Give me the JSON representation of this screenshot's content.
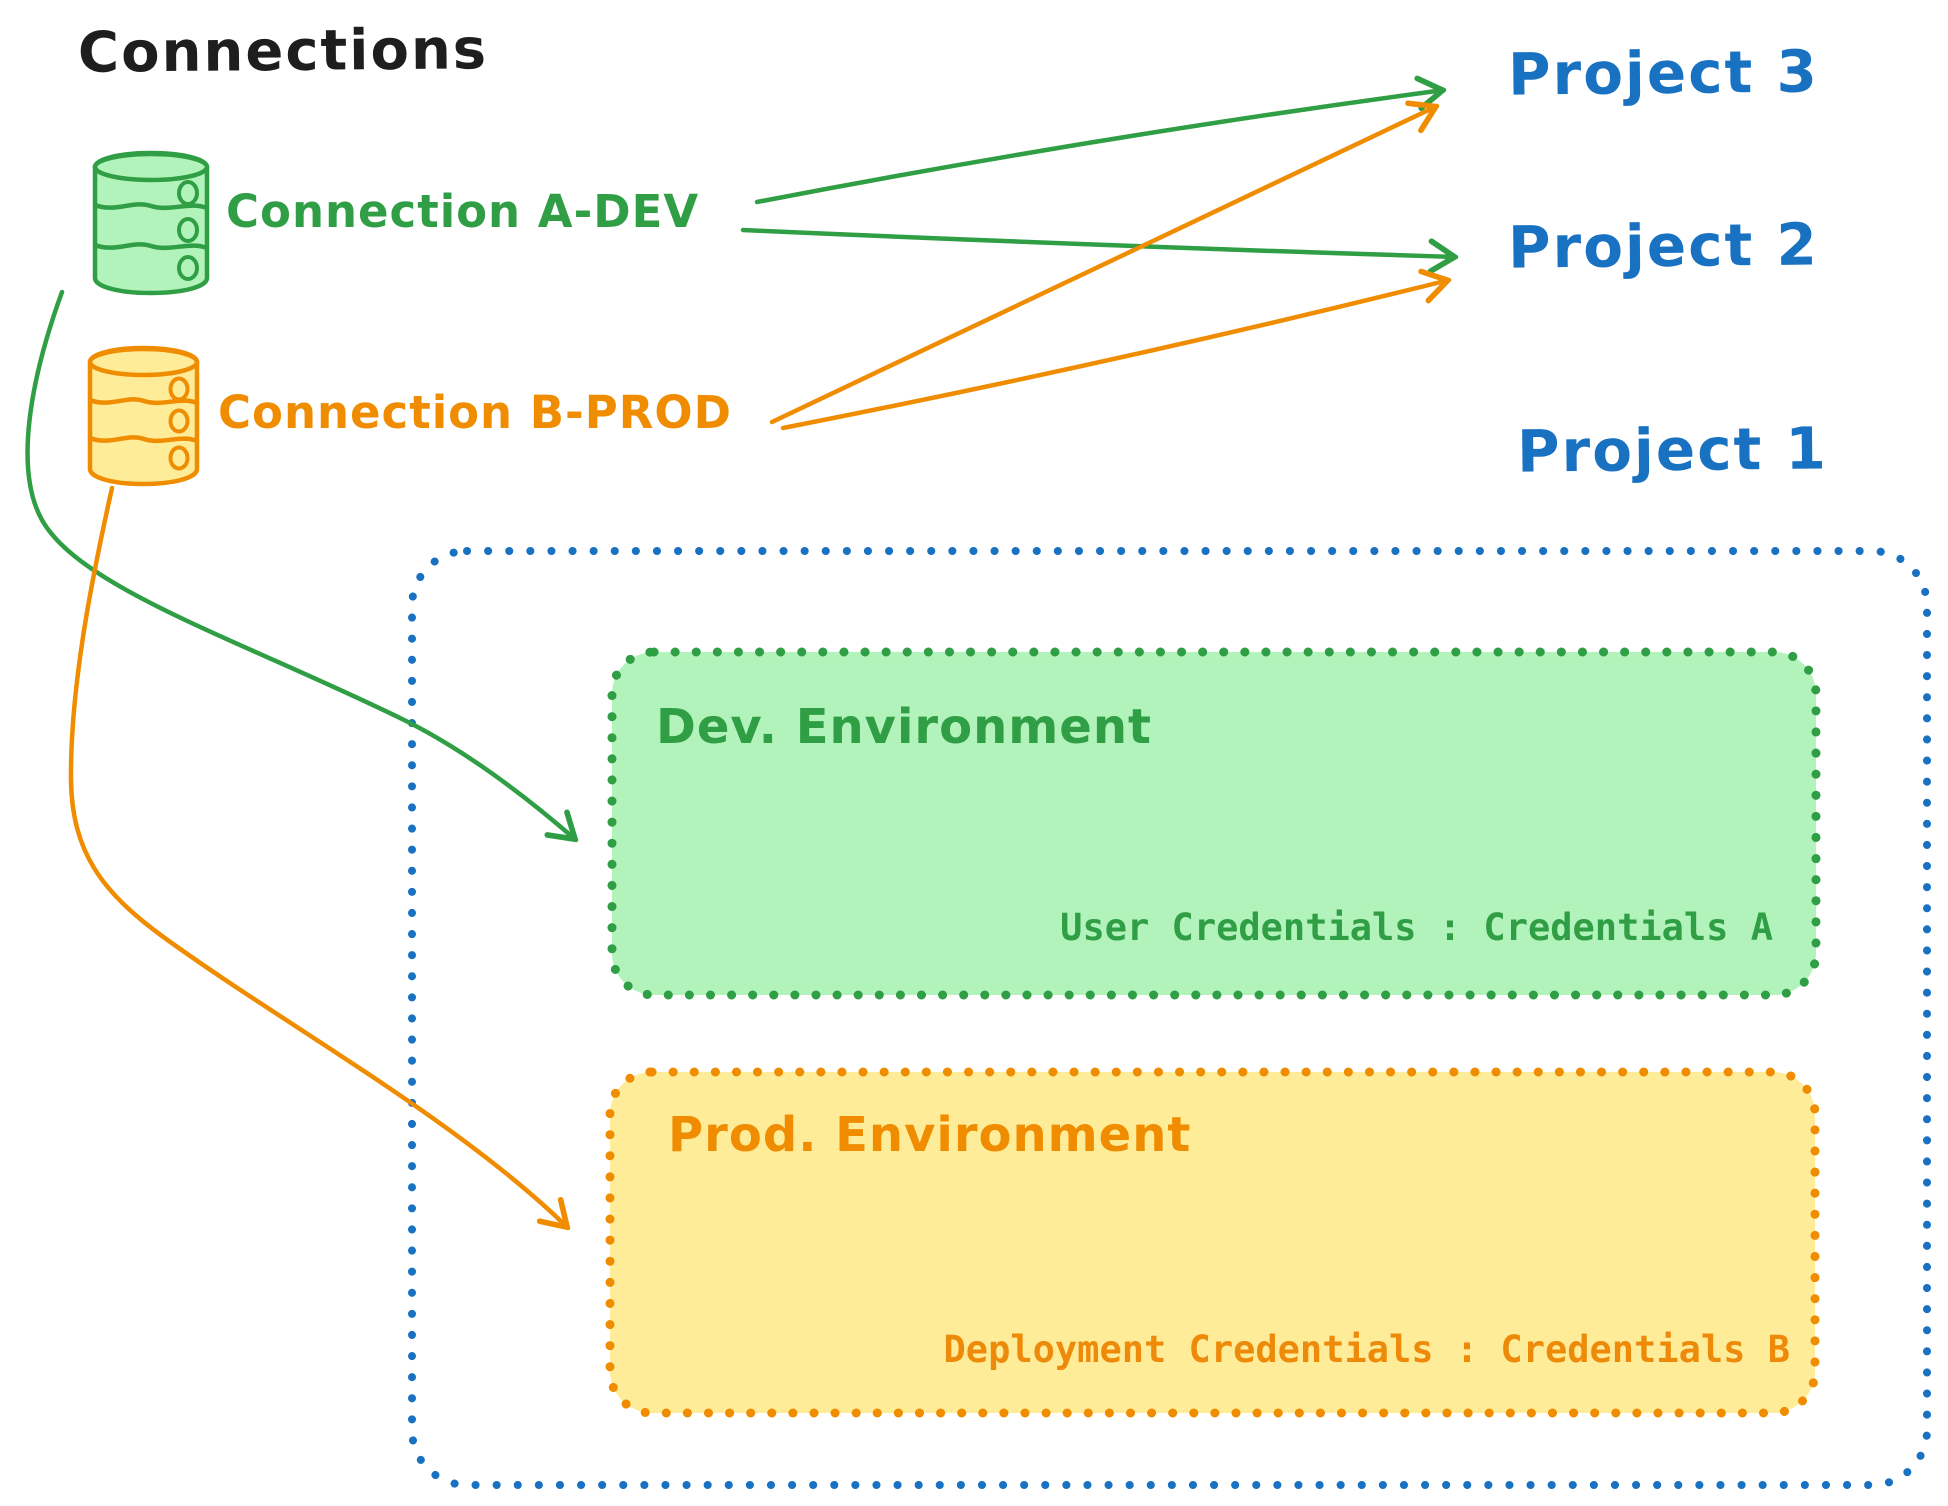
{
  "title": "Connections",
  "palette": {
    "green": "#2f9e44",
    "green_fill": "#b2f2bb",
    "orange": "#f08c00",
    "orange_fill": "#ffec99",
    "blue": "#1971c2",
    "title_black": "#1e1e1e",
    "cred_orange_text": "#ed8a0a"
  },
  "connections": [
    {
      "id": "a-dev",
      "label": "Connection A-DEV",
      "icon": "database-cylinder-icon",
      "color": "#2f9e44"
    },
    {
      "id": "b-prod",
      "label": "Connection B-PROD",
      "icon": "database-cylinder-icon",
      "color": "#f08c00"
    }
  ],
  "projects": [
    {
      "label": "Project 3"
    },
    {
      "label": "Project 2"
    },
    {
      "label": "Project 1"
    }
  ],
  "project1": {
    "dev": {
      "title": "Dev. Environment",
      "credentials": "User Credentials : Credentials A"
    },
    "prod": {
      "title": "Prod. Environment",
      "credentials": "Deployment Credentials : Credentials B"
    }
  },
  "edges": [
    {
      "from": "Connection A-DEV",
      "to": "Project 3"
    },
    {
      "from": "Connection A-DEV",
      "to": "Project 2"
    },
    {
      "from": "Connection B-PROD",
      "to": "Project 3"
    },
    {
      "from": "Connection B-PROD",
      "to": "Project 2"
    },
    {
      "from": "Connection A-DEV",
      "to": "Dev. Environment (Project 1)"
    },
    {
      "from": "Connection B-PROD",
      "to": "Prod. Environment (Project 1)"
    }
  ]
}
